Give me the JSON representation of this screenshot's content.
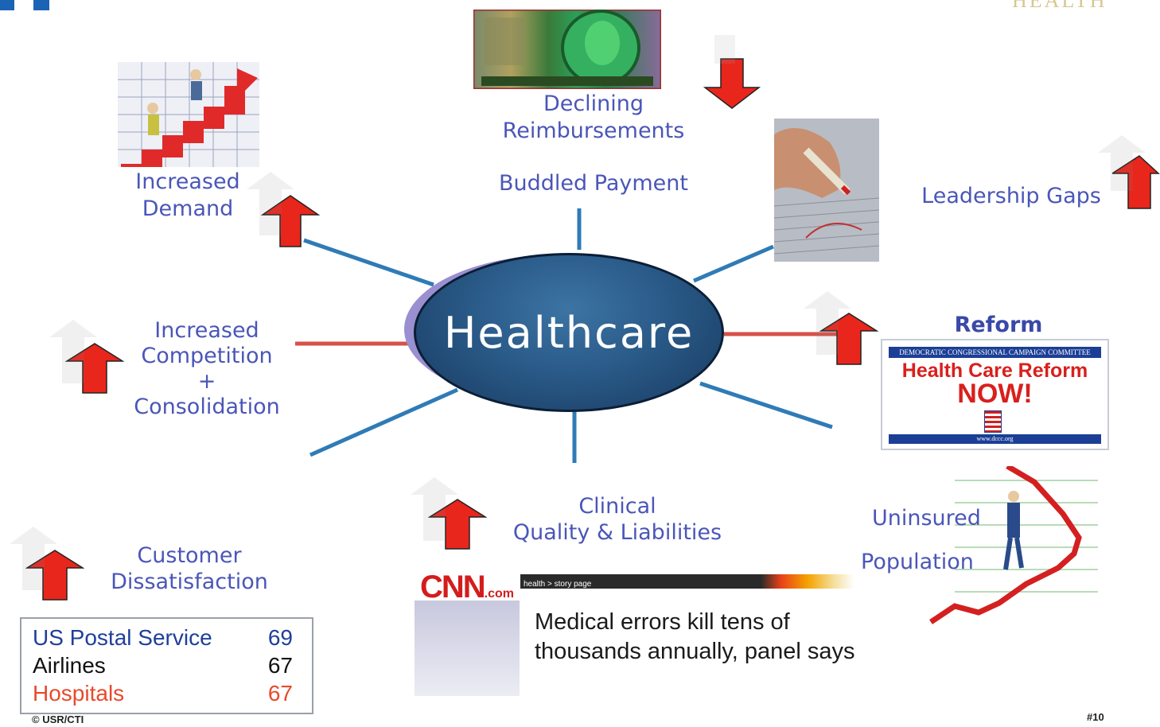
{
  "center": {
    "label": "Healthcare"
  },
  "factors": {
    "declining": [
      "Declining",
      "Reimbursements"
    ],
    "bundled": "Buddled Payment",
    "demand": [
      "Increased",
      "Demand"
    ],
    "leadership": "Leadership Gaps",
    "competition": [
      "Increased",
      "Competition",
      "+",
      "Consolidation"
    ],
    "reform": "Reform",
    "clinical": [
      "Clinical",
      "Quality & Liabilities"
    ],
    "uninsured": [
      "Uninsured",
      "Population"
    ],
    "customer": [
      "Customer",
      "Dissatisfaction"
    ]
  },
  "satisfaction_scores": [
    {
      "name": "US Postal Service",
      "value": "69",
      "color": "#1f3f99"
    },
    {
      "name": "Airlines",
      "value": "67",
      "color": "#111111"
    },
    {
      "name": "Hospitals",
      "value": "67",
      "color": "#e84a2a"
    }
  ],
  "news": {
    "logo": "CNN",
    "logo_suffix": ".com",
    "breadcrumb": "health > story page",
    "headline": "Medical errors kill tens of thousands annually, panel says"
  },
  "reform_sign": {
    "top": "DEMOCRATIC CONGRESSIONAL CAMPAIGN COMMITTEE",
    "line1": "Health Care Reform",
    "line2": "NOW!",
    "url": "www.dccc.org"
  },
  "footer": {
    "copyright": "© USR/CTI",
    "slide_number": "#10"
  },
  "header": {
    "corner_text": "HEALTH"
  },
  "colors": {
    "label": "#4a56b8",
    "arrow": "#e8261c",
    "spoke_blue": "#2f7bb6",
    "spoke_red": "#d9504a"
  }
}
